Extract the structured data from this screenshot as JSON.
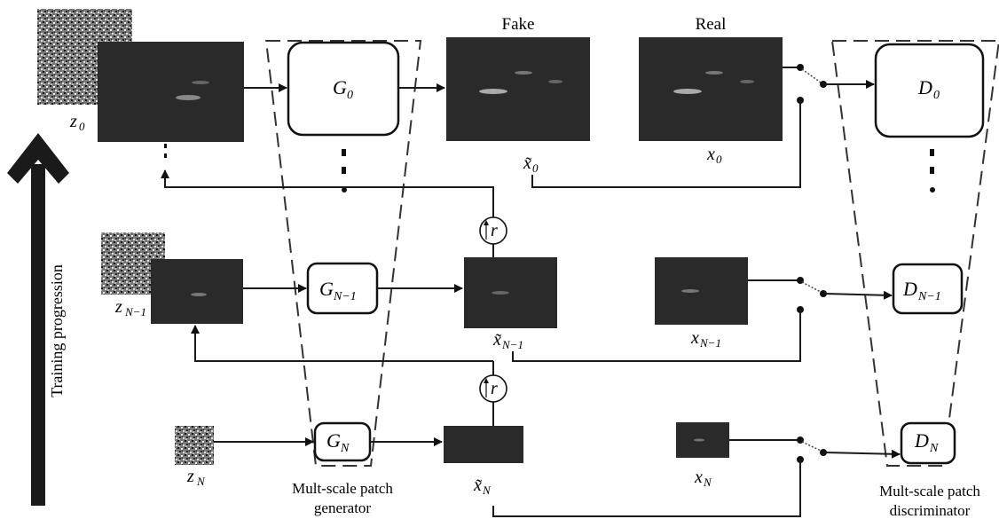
{
  "header": {
    "fake": "Fake",
    "real": "Real"
  },
  "side": {
    "training": "Training progression"
  },
  "captions": {
    "generator_line1": "Mult-scale patch",
    "generator_line2": "generator",
    "discriminator_line1": "Mult-scale patch",
    "discriminator_line2": "discriminator"
  },
  "symbols": {
    "z0": {
      "base": "z",
      "sub": "0"
    },
    "zN1": {
      "base": "z",
      "sub": "N−1"
    },
    "zN": {
      "base": "z",
      "sub": "N"
    },
    "G0": {
      "base": "G",
      "sub": "0"
    },
    "GN1": {
      "base": "G",
      "sub": "N−1"
    },
    "GN": {
      "base": "G",
      "sub": "N"
    },
    "D0": {
      "base": "D",
      "sub": "0"
    },
    "DN1": {
      "base": "D",
      "sub": "N−1"
    },
    "DN": {
      "base": "D",
      "sub": "N"
    },
    "xt0": {
      "base": "x̃",
      "sub": "0"
    },
    "xtN1": {
      "base": "x̃",
      "sub": "N−1"
    },
    "xtN": {
      "base": "x̃",
      "sub": "N"
    },
    "x0": {
      "base": "x",
      "sub": "0"
    },
    "xN1": {
      "base": "x",
      "sub": "N−1"
    },
    "xN": {
      "base": "x",
      "sub": "N"
    },
    "r": "r"
  }
}
